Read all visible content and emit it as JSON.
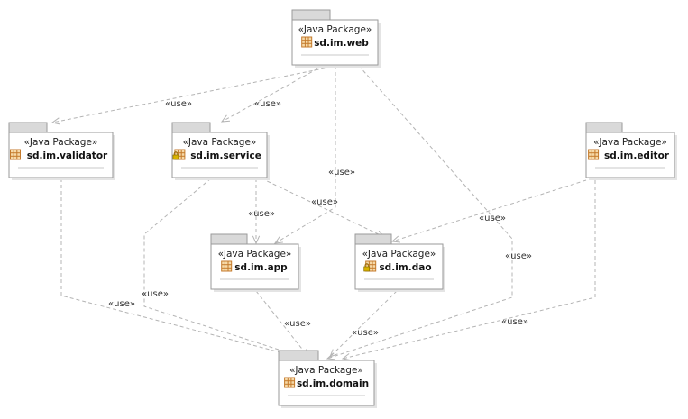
{
  "diagram": {
    "packages": [
      {
        "id": "web",
        "stereotype": "«Java Package»",
        "name": "sd.im.web",
        "icon": "package-icon"
      },
      {
        "id": "validator",
        "stereotype": "«Java Package»",
        "name": "sd.im.validator",
        "icon": "package-icon"
      },
      {
        "id": "service",
        "stereotype": "«Java Package»",
        "name": "sd.im.service",
        "icon": "package-lock-icon"
      },
      {
        "id": "editor",
        "stereotype": "«Java Package»",
        "name": "sd.im.editor",
        "icon": "package-icon"
      },
      {
        "id": "app",
        "stereotype": "«Java Package»",
        "name": "sd.im.app",
        "icon": "package-icon"
      },
      {
        "id": "dao",
        "stereotype": "«Java Package»",
        "name": "sd.im.dao",
        "icon": "package-lock-icon"
      },
      {
        "id": "domain",
        "stereotype": "«Java Package»",
        "name": "sd.im.domain",
        "icon": "package-icon"
      }
    ],
    "dependencies": [
      {
        "from": "web",
        "to": "validator",
        "label": "«use»"
      },
      {
        "from": "web",
        "to": "service",
        "label": "«use»"
      },
      {
        "from": "web",
        "to": "app",
        "label": "«use»"
      },
      {
        "from": "web",
        "to": "domain",
        "label": "«use»"
      },
      {
        "from": "service",
        "to": "app",
        "label": "«use»"
      },
      {
        "from": "service",
        "to": "dao",
        "label": "«use»"
      },
      {
        "from": "service",
        "to": "domain",
        "label": "«use»"
      },
      {
        "from": "editor",
        "to": "dao",
        "label": "«use»"
      },
      {
        "from": "editor",
        "to": "domain",
        "label": "«use»"
      },
      {
        "from": "validator",
        "to": "domain",
        "label": "«use»"
      },
      {
        "from": "app",
        "to": "domain",
        "label": "«use»"
      },
      {
        "from": "dao",
        "to": "domain",
        "label": "«use»"
      }
    ],
    "colors": {
      "edge": "#b4b4b4",
      "border": "#9a9a9a",
      "tab": "#d9d9d9",
      "icon_orange": "#c47a2c",
      "icon_fill": "#f6d9a8",
      "lock": "#d9b300"
    }
  }
}
